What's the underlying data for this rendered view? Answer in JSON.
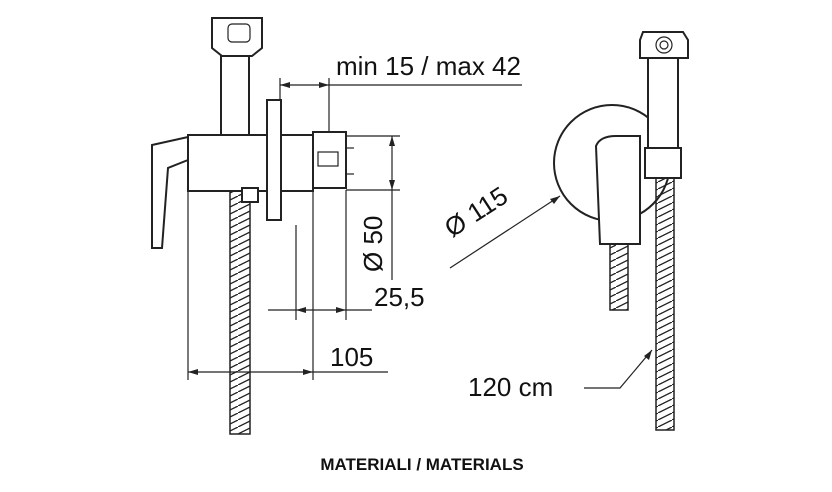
{
  "labels": {
    "min_max": "min 15 / max 42",
    "d50": "Ø 50",
    "d25": "25,5",
    "d105": "105",
    "d115": "Ø 115",
    "hose": "120 cm"
  },
  "caption": "MATERIALI / MATERIALS",
  "colors": {
    "line": "#222222",
    "background": "#ffffff"
  }
}
